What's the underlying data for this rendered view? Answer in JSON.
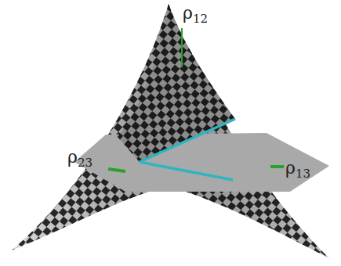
{
  "diagram": {
    "labels": [
      "ρ12",
      "ρ23",
      "ρ13"
    ]
  }
}
